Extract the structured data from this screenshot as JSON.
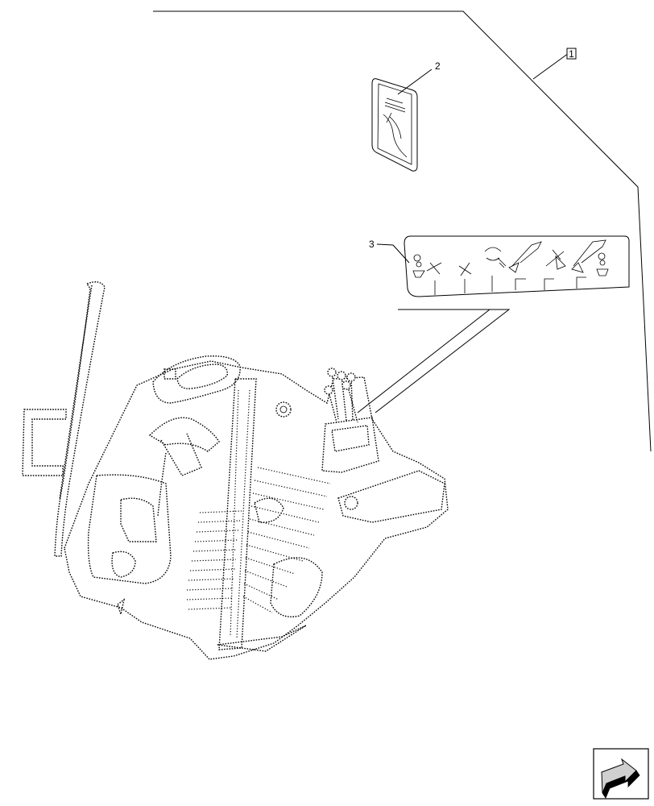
{
  "callouts": {
    "item1": "1",
    "item2": "2",
    "item3": "3"
  },
  "icons": {
    "manual": "operator-manual-icon",
    "decal": "control-decal-icon",
    "cab": "tractor-cab-platform-icon",
    "nav": "next-page-arrow-icon"
  },
  "colors": {
    "line": "#000000",
    "nav_fill": "#d0d0d0"
  }
}
